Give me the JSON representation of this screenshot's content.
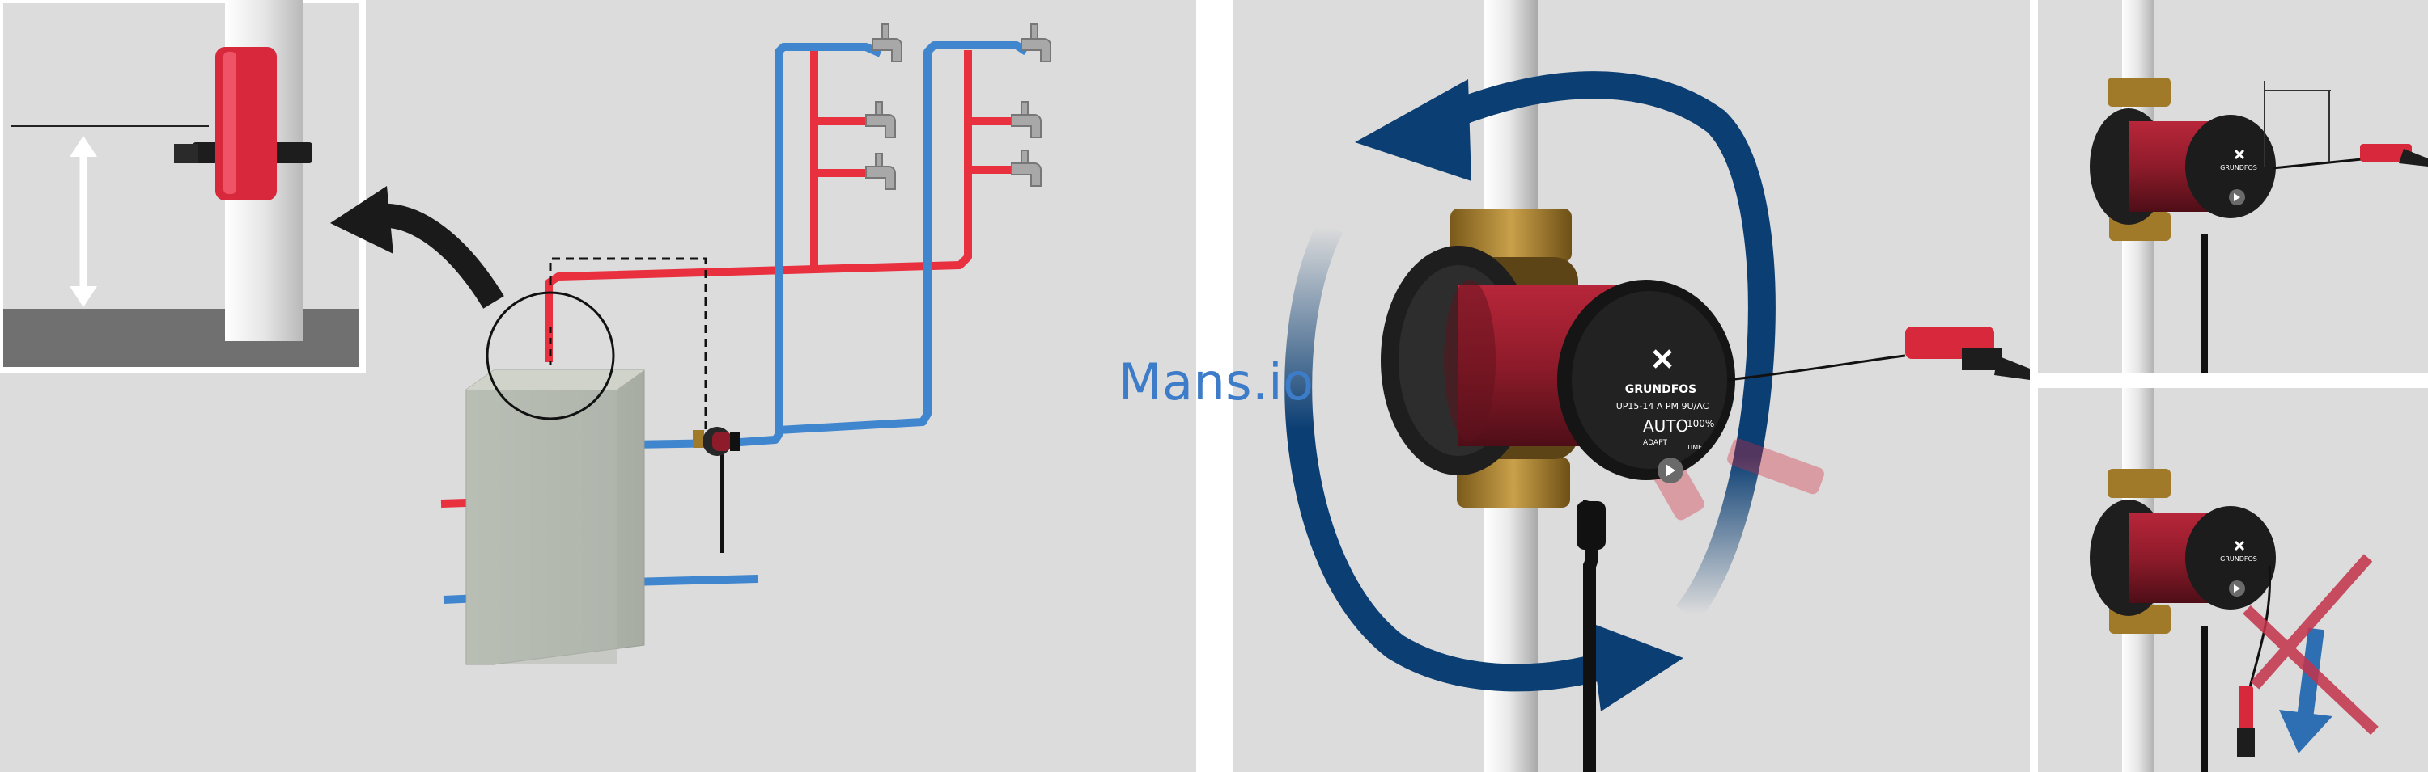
{
  "watermark": {
    "text": "Mans.io"
  },
  "pump": {
    "brand": "GRUNDFOS",
    "model": "UP15-14 A PM 9U/AC",
    "mode": "AUTO",
    "mode_sub": "ADAPT",
    "percent": "100%",
    "small_text": "TIME"
  },
  "colors": {
    "hot_pipe": "#e8303f",
    "cold_pipe": "#3f86cf",
    "rotation_arrow": "#0b3e73",
    "sensor": "#d8283c",
    "pump_body": "#8e1b2a",
    "background": "#dcdcdc"
  },
  "icons": [
    "arrow-up-down-icon",
    "curved-arrow-icon",
    "rotation-arrow-icon",
    "down-arrow-icon",
    "x-mark-icon",
    "faucet-icon"
  ]
}
